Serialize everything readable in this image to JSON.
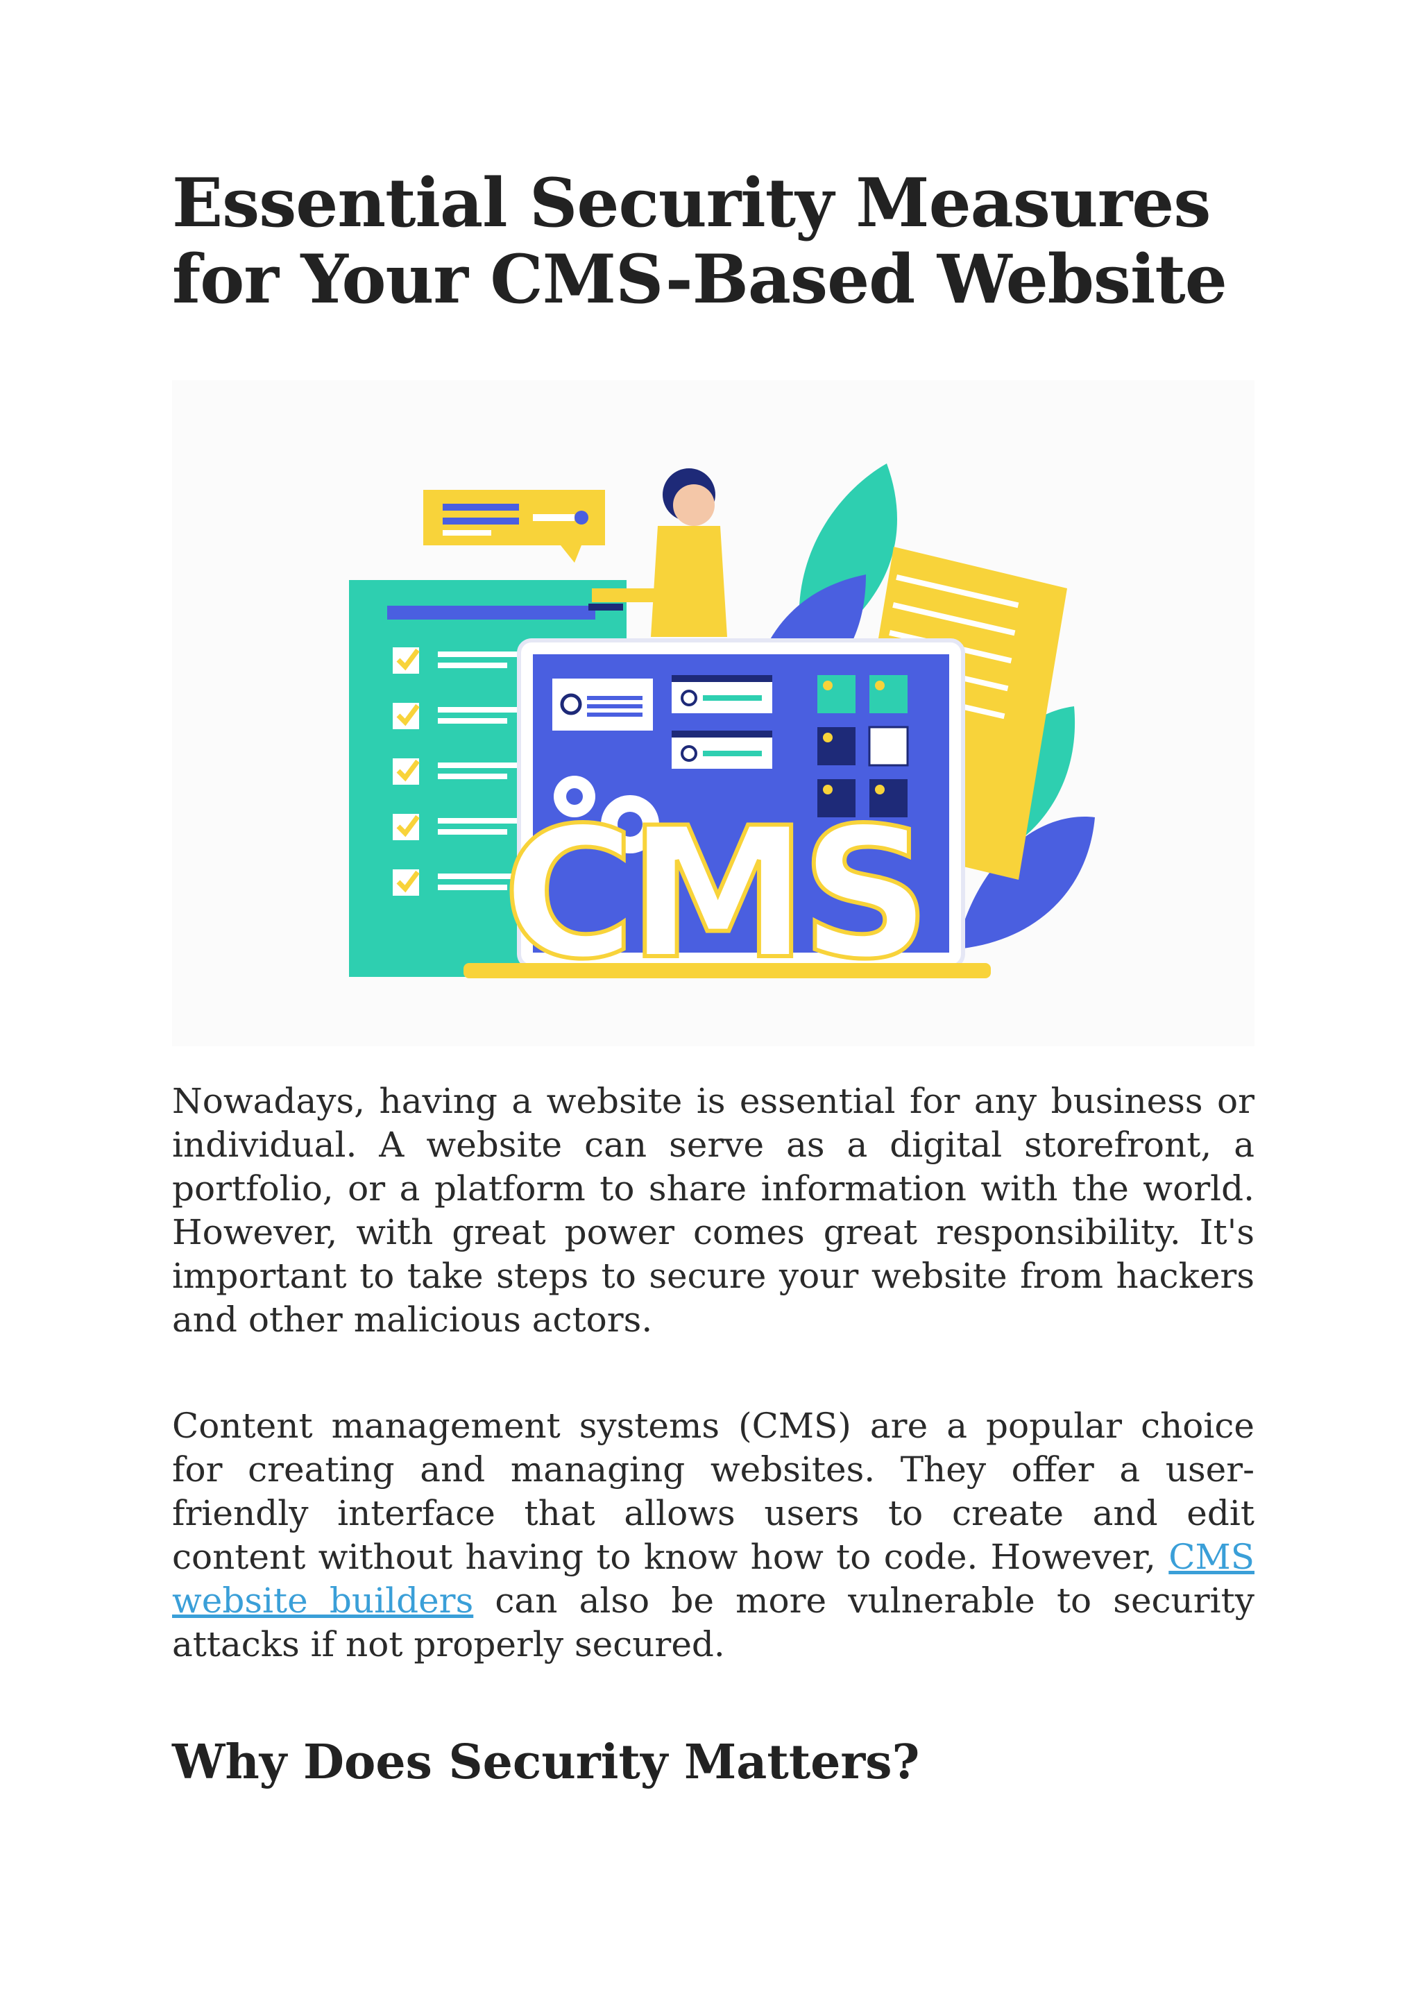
{
  "document": {
    "title": "Essential Security Measures for Your CMS-Based Website",
    "illustration": {
      "icon": "cms-illustration",
      "word": "CMS",
      "colors": {
        "teal": "#2ecfb0",
        "blue": "#4a5fe0",
        "yellow": "#f8d33a",
        "navy": "#1e2a78",
        "white": "#ffffff"
      }
    },
    "paragraph_1": "Nowadays, having a website is essential for any business or individual. A website can serve as a digital storefront, a portfolio, or a platform to share information with the world. However, with great power comes great responsibility. It's important to take steps to secure your website from hackers and other malicious actors.",
    "paragraph_2": {
      "before_link": "Content management systems (CMS) are a popular choice for creating and managing websites. They offer a user-friendly interface that allows users to create and edit content without having to know how to code. However, ",
      "link_text": "CMS website builders",
      "after_link": " can also be more vulnerable to security attacks if not properly secured."
    },
    "subheading": "Why Does Security Matters?"
  }
}
